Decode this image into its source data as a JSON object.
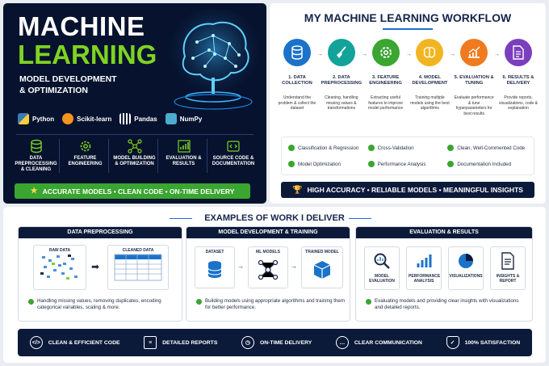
{
  "hero": {
    "title_line1": "MACHINE",
    "title_line2": "LEARNING",
    "subtitle_line1": "MODEL DEVELOPMENT",
    "subtitle_line2": "& OPTIMIZATION",
    "techs": [
      "Python",
      "Scikit-learn",
      "Pandas",
      "NumPy"
    ],
    "features": [
      {
        "label": "DATA PREPROCESSING & CLEANING",
        "icon": "database-icon"
      },
      {
        "label": "FEATURE ENGINEERING",
        "icon": "gear-icon"
      },
      {
        "label": "MODEL BUILDING & OPTIMIZATION",
        "icon": "network-icon"
      },
      {
        "label": "EVALUATION & RESULTS",
        "icon": "bar-chart-icon"
      },
      {
        "label": "SOURCE CODE & DOCUMENTATION",
        "icon": "code-icon"
      }
    ],
    "banner": "ACCURATE MODELS  •  CLEAN CODE  •  ON-TIME DELIVERY",
    "colors": {
      "bg": "#06122e",
      "accent": "#7ed321",
      "banner": "#3aa531"
    }
  },
  "workflow": {
    "title": "MY MACHINE LEARNING WORKFLOW",
    "steps": [
      {
        "label": "1. DATA COLLECTION",
        "desc": "Understand the problem & collect the dataset",
        "color": "#1a73c8",
        "icon": "database-icon"
      },
      {
        "label": "2. DATA PREPROCESSING",
        "desc": "Cleaning, handling missing values & transformations",
        "color": "#13a39a",
        "icon": "broom-icon"
      },
      {
        "label": "3. FEATURE ENGINEERING",
        "desc": "Extracting useful features to improve model performance",
        "color": "#3aa531",
        "icon": "gear-icon"
      },
      {
        "label": "4. MODEL DEVELOPMENT",
        "desc": "Training multiple models using the best algorithms",
        "color": "#f1b521",
        "icon": "brain-icon"
      },
      {
        "label": "5. EVALUATION & TUNING",
        "desc": "Evaluate performance & tune hyperparameters for best results",
        "color": "#f07a1f",
        "icon": "chart-icon"
      },
      {
        "label": "6. RESULTS & DELIVERY",
        "desc": "Provide reports, visualizations, code & explanation",
        "color": "#7b3fbd",
        "icon": "document-icon"
      }
    ],
    "checks": [
      "Classification & Regression",
      "Cross-Validation",
      "Clean, Well-Commented Code",
      "Model Optimization",
      "Performance Analysis",
      "Documentation Included"
    ],
    "banner": "HIGH ACCURACY  •  RELIABLE MODELS  •  MEANINGFUL INSIGHTS"
  },
  "examples": {
    "title": "EXAMPLES OF WORK I DELIVER",
    "cards": [
      {
        "title": "DATA PREPROCESSING",
        "boxes": [
          "RAW DATA",
          "CLEANED DATA"
        ],
        "desc": "Handling missing values, removing duplicates, encoding categorical variables, scaling & more."
      },
      {
        "title": "MODEL DEVELOPMENT & TRAINING",
        "boxes": [
          "DATASET",
          "ML MODELS",
          "TRAINED MODEL"
        ],
        "desc": "Building models using appropriate algorithms and training them for better performance."
      },
      {
        "title": "EVALUATION & RESULTS",
        "boxes": [
          "MODEL EVALUATION",
          "PERFORMANCE ANALYSIS",
          "VISUALIZATIONS",
          "INSIGHTS & REPORT"
        ],
        "desc": "Evaluating models and providing clear insights with visualizations and detailed reports."
      }
    ],
    "bottom": [
      {
        "label": "CLEAN & EFFICIENT CODE",
        "icon": "code-icon",
        "glyph": "</>"
      },
      {
        "label": "DETAILED REPORTS",
        "icon": "document-icon",
        "glyph": "≡"
      },
      {
        "label": "ON-TIME DELIVERY",
        "icon": "clock-icon",
        "glyph": "◷"
      },
      {
        "label": "CLEAR COMMUNICATION",
        "icon": "chat-icon",
        "glyph": "…"
      },
      {
        "label": "100% SATISFACTION",
        "icon": "shield-check-icon",
        "glyph": "✓"
      }
    ]
  }
}
